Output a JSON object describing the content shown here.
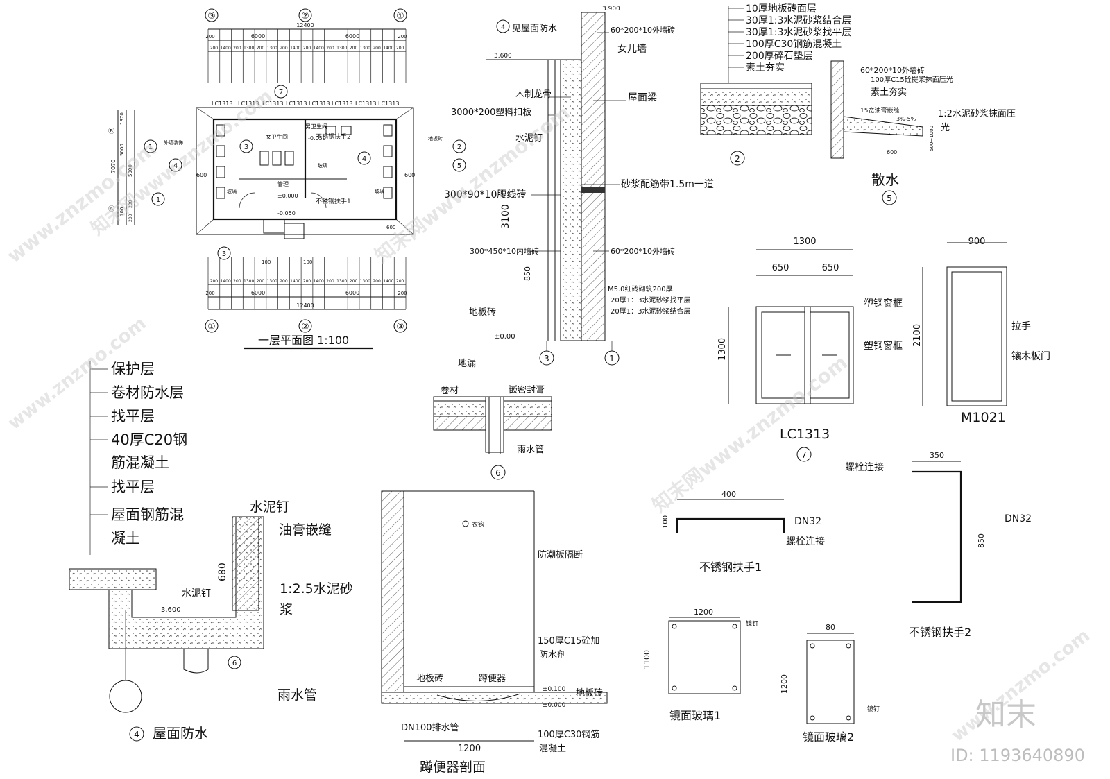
{
  "plan": {
    "grid_top": [
      "③",
      "②",
      "①"
    ],
    "grid_bottom": [
      "①",
      "②",
      "③"
    ],
    "dim_total": "12400",
    "dim_mid": [
      "200",
      "6000",
      "6000",
      "200"
    ],
    "dim_small": [
      "200",
      "1400",
      "200",
      "1300",
      "200",
      "1300",
      "200",
      "1400",
      "200",
      "1400",
      "200",
      "1300",
      "200",
      "1300",
      "200",
      "1400",
      "200"
    ],
    "window_tags": [
      "LC1313",
      "LC1313",
      "LC1313",
      "LC1313",
      "LC1313",
      "LC1313",
      "LC1313",
      "LC1313"
    ],
    "left_dims": [
      "1370",
      "7070",
      "5000",
      "5000",
      "700",
      "200",
      "200"
    ],
    "axis_left": [
      "Ⓑ",
      "Ⓐ"
    ],
    "room_female": "女卫生间",
    "room_male": "男卫生间",
    "room_manage": "管理",
    "label_outer_wall": "外墙装饰",
    "label_floor": "地板砖",
    "label_rail2": "不锈钢扶手2",
    "label_rail1": "不锈钢扶手1",
    "label_glass1": "玻璃",
    "label_glass2": "玻璃",
    "label_manage_glass": "玻璃",
    "lvl_a": "-0.050",
    "lvl_b": "±0.000",
    "lvl_c": "-0.050",
    "dim_600a": "600",
    "dim_600b": "600",
    "dim_600c": "600",
    "dim_100a": "100",
    "dim_100b": "100",
    "title": "一层平面图 1:100",
    "ref_1": "1",
    "ref_4": "4",
    "ref_3": "3",
    "ref_7": "7",
    "ref_5": "5"
  },
  "wall": {
    "roof_ref": "见屋面防水",
    "elev_top": "3.900",
    "elev_roof": "3.600",
    "tile_out1": "60*200*10外墙砖",
    "parapet": "女儿墙",
    "keel": "木制龙骨",
    "plastic_board": "3000*200塑料扣板",
    "cement_nail": "水泥钉",
    "roof_beam": "屋面梁",
    "mortar_band": "砂浆配筋带1.5m一道",
    "waist_tile": "300*90*10腰线砖",
    "height_3100": "3100",
    "inner_tile": "300*450*10内墙砖",
    "tile_out2": "60*200*10外墙砖",
    "height_850": "850",
    "brick": "M5.0红砖砌筑200厚",
    "mortar1": "20厚1：3水泥砂浆找平层",
    "mortar2": "20厚1：3水泥砂浆结合层",
    "floor_tile": "地板砖",
    "elev_0": "±0.00",
    "axis_3": "3",
    "axis_1": "1"
  },
  "floor_layers": {
    "items": [
      "10厚地板砖面层",
      "30厚1:3水泥砂浆结合层",
      "30厚1:3水泥砂浆找平层",
      "100厚C30钢筋混凝土",
      "200厚碎石垫层",
      "素土夯实"
    ],
    "ref": "2"
  },
  "apron": {
    "tile": "60*200*10外墙砖",
    "concrete": "100厚C15砼提浆抹面压光",
    "soil": "素土夯实",
    "joint": "15宽油膏嵌缝",
    "slope": "3%-5%",
    "mortar": "1:2水泥砂浆抹面压",
    "mortar2": "光",
    "dim_600": "600",
    "dim_side": "500~1000",
    "title": "散水",
    "ref": "5"
  },
  "roof_layers": {
    "items": [
      "保护层",
      "卷材防水层",
      "找平层",
      "40厚C20钢",
      "筋混凝土",
      "找平层",
      "屋面钢筋混",
      "凝土"
    ]
  },
  "drain": {
    "floor_drain": "地漏",
    "membrane": "卷材",
    "sealant": "嵌密封膏",
    "pipe": "雨水管",
    "ref": "6"
  },
  "roof_detail": {
    "nail": "水泥钉",
    "joint": "油膏嵌缝",
    "dim_680": "680",
    "nail2": "水泥钉",
    "mortar": "1:2.5水泥砂",
    "mortar2": "浆",
    "elev": "3.600",
    "ref6": "6",
    "pipe": "雨水管",
    "ref4": "4",
    "title": "屋面防水"
  },
  "toilet": {
    "hook": "衣钩",
    "partition": "防潮板隔断",
    "concrete": "150厚C15砼加",
    "concrete2": "防水剂",
    "tile1": "地板砖",
    "squat": "蹲便器",
    "lvl1": "±0.100",
    "tile2": "地板砖",
    "lvl2": "±0.000",
    "drain": "DN100排水管",
    "slab": "100厚C30钢筋",
    "slab2": "混凝土",
    "dim": "1200",
    "title": "蹲便器剖面"
  },
  "window": {
    "w_total": "1300",
    "w_a": "650",
    "w_b": "650",
    "h": "1300",
    "frame1": "塑钢窗框",
    "frame2": "塑钢窗框",
    "title": "LC1313",
    "ref": "7"
  },
  "door": {
    "w": "900",
    "h": "2100",
    "handle": "拉手",
    "panel": "镶木板门",
    "title": "M1021"
  },
  "rail1": {
    "w": "400",
    "h": "100",
    "dn": "DN32",
    "bolt": "螺栓连接",
    "title": "不锈钢扶手1"
  },
  "rail2": {
    "bolt": "螺栓连接",
    "w": "350",
    "h": "850",
    "dn": "DN32",
    "title": "不锈钢扶手2"
  },
  "mirror1": {
    "w": "1200",
    "h": "1100",
    "nail": "镜钉",
    "title": "镜面玻璃1"
  },
  "mirror2": {
    "w": "80",
    "h": "1200",
    "nail": "镜钉",
    "title": "镜面玻璃2"
  },
  "brand": {
    "logo": "知末",
    "id": "ID: 1193640890"
  },
  "watermarks": [
    "www.znzmo.com",
    "知末网www.znzmo.com",
    "知末网www.znzmo.com",
    "www.znzmo.com",
    "知末网www.znzmo.com",
    "www.znzmo.com"
  ]
}
